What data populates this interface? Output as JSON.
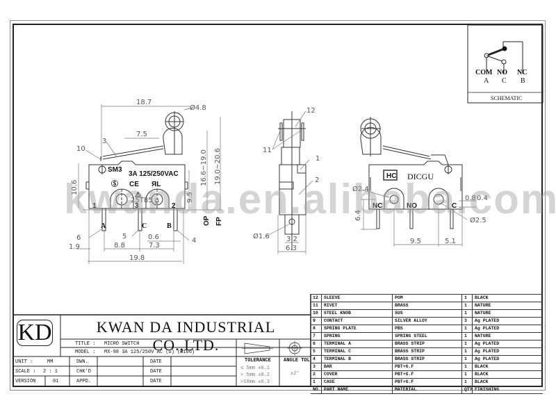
{
  "company": {
    "logo": "KD",
    "name": "KWAN DA INDUSTRIAL CO.,LTD."
  },
  "watermark": "kwanda.en.alibaba.com",
  "title_block": {
    "title_label": "TITLE  :",
    "title_value": "MICRO SWITCH",
    "model_label": "MODEL  :",
    "model_value": "MX-98 3A 125/250V AC (G) (W106)",
    "unit_label": "UNIT  :",
    "unit_value": "MM",
    "scale_label": "SCALE :",
    "scale_value": "2 : 1",
    "version_label": "VERSION",
    "version_value": "01",
    "dwn_label": "DWN.",
    "chkd_label": "CHK'D",
    "appd_label": "APPD.",
    "date_label": "DATE",
    "tolerance_label": "TOLERANCE",
    "tolerance_lines": [
      "≤ 5mm ±0.1",
      "> 5mm ±0.2",
      ">10mm ±0.3"
    ],
    "angle_tol_label": "ANGLE TOL",
    "angle_tol_value": "±2°"
  },
  "bom": {
    "headers": [
      "NO.",
      "PART NAME",
      "MATERIAL",
      "QTY",
      "FINISHING"
    ],
    "rows": [
      [
        "12",
        "SLEEVE",
        "POM",
        "1",
        "BLACK"
      ],
      [
        "11",
        "RIVET",
        "BRASS",
        "1",
        "NATURE"
      ],
      [
        "10",
        "STEEL KNOB",
        "SUS",
        "1",
        "NATURE"
      ],
      [
        "9",
        "CONTACT",
        "SILVER ALLOY",
        "3",
        "Ag PLATED"
      ],
      [
        "8",
        "SPRING PLATE",
        "PBS",
        "1",
        "Ag PLATED"
      ],
      [
        "7",
        "SPRING",
        "SPRING STEEL",
        "1",
        "NATURE"
      ],
      [
        "6",
        "TERMINAL A",
        "BRASS STRIP",
        "1",
        "Ag PLATED"
      ],
      [
        "5",
        "TERMINAL C",
        "BRASS STRIP",
        "1",
        "Ag PLATED"
      ],
      [
        "4",
        "TERMINAL B",
        "BRASS STRIP",
        "1",
        "Ag PLATED"
      ],
      [
        "3",
        "BAR",
        "PBT+G.F",
        "1",
        "BLACK"
      ],
      [
        "2",
        "COVER",
        "PBT+G.F",
        "1",
        "BLACK"
      ],
      [
        "1",
        "CASE",
        "PBT+G.F",
        "1",
        "BLACK"
      ]
    ]
  },
  "schematic": {
    "title": "SCHEMATIC",
    "terminals": [
      {
        "label": "COM",
        "letter": "A"
      },
      {
        "label": "NO",
        "letter": "C"
      },
      {
        "label": "NC",
        "letter": "B"
      }
    ]
  },
  "front_view": {
    "marking_model": "SM3",
    "marking_rating": "3A 125/250VAC",
    "cert_code": "25T85 µ",
    "pins": [
      "1",
      "3",
      "2"
    ],
    "pin_letters": [
      "A",
      "C",
      "B"
    ],
    "dims": {
      "overall_width": "18.7",
      "roller_dia": "Ø4.8",
      "lever_pos": "7.5",
      "height_left": "10.6",
      "height_mid": "9.5",
      "op": "16.6~19.0",
      "fp": "19.0~20.6",
      "op_label": "OP",
      "fp_label": "FP",
      "edge_offset": "1.9",
      "pin_pitch_1": "8.8",
      "pin_pitch_2": "7.3",
      "pin_width": "0.6",
      "body_width": "19.8"
    },
    "callouts": [
      "10",
      "3",
      "6",
      "5",
      "4"
    ]
  },
  "side_view": {
    "callouts": [
      "12",
      "11",
      "1",
      "2"
    ],
    "dims": {
      "hole": "Ø1.6",
      "inner": "3.2",
      "width": "6.3"
    }
  },
  "back_view": {
    "brand_logo": "HC",
    "brand": "DICGU",
    "pins": [
      "NC",
      "NO",
      "C"
    ],
    "dims": {
      "hole_left": "Ø2.4",
      "hole_right": "Ø2.5",
      "pin_height": "6.4",
      "pitch_1": "9.5",
      "pitch_2": "5.1",
      "small_1": "0.8",
      "small_2": "0.4"
    }
  }
}
